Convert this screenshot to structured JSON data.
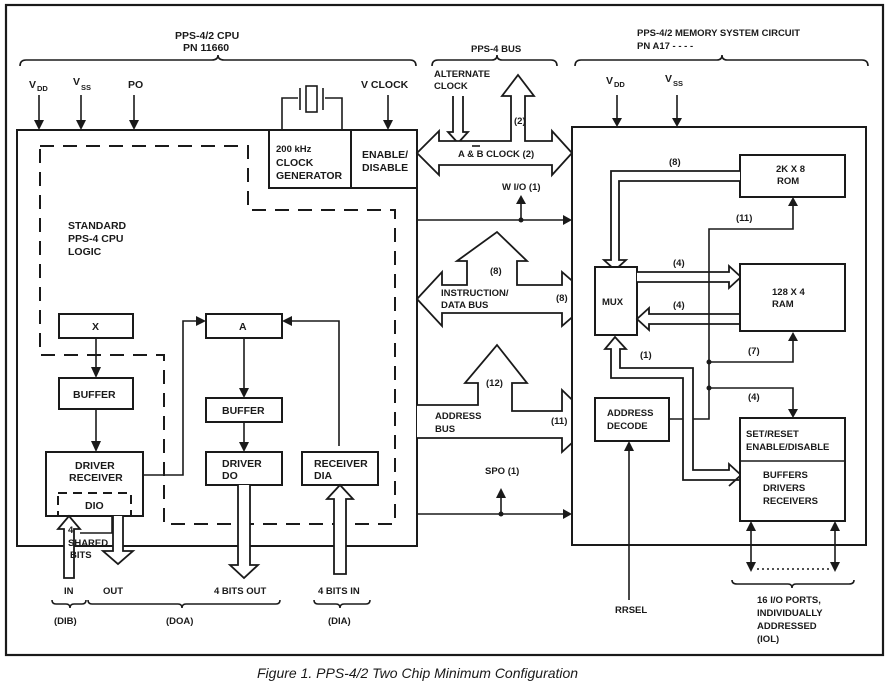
{
  "figure": {
    "caption": "Figure 1.  PPS-4/2 Two Chip Minimum Configuration"
  },
  "cpu": {
    "title_line1": "PPS-4/2 CPU",
    "title_line2": "PN 11660",
    "pins": {
      "vdd_main": "V",
      "vdd_sub": "DD",
      "vss_main": "V",
      "vss_sub": "SS",
      "po": "PO",
      "vclock": "V CLOCK"
    },
    "clock_gen": [
      "200 kHz",
      "CLOCK",
      "GENERATOR"
    ],
    "enable_disable": [
      "ENABLE/",
      "DISABLE"
    ],
    "logic": [
      "STANDARD",
      "PPS-4 CPU",
      "LOGIC"
    ],
    "blocks": {
      "x": "X",
      "a": "A",
      "buffer_left": "BUFFER",
      "buffer_mid": "BUFFER",
      "driver_receiver": [
        "DRIVER",
        "RECEIVER"
      ],
      "dio": "DIO",
      "driver_do": [
        "DRIVER",
        "DO"
      ],
      "receiver_dia": [
        "RECEIVER",
        "DIA"
      ]
    },
    "shared_bits": [
      "4",
      "SHARED",
      "BITS"
    ],
    "io_labels": {
      "in": "IN",
      "out": "OUT",
      "bits_out": "4 BITS OUT",
      "bits_in": "4 BITS IN",
      "dib": "(DIB)",
      "doa": "(DOA)",
      "dia": "(DIA)"
    }
  },
  "bus": {
    "title": "PPS-4 BUS",
    "alternate_clock": [
      "ALTERNATE",
      "CLOCK"
    ],
    "clock_up_count": "(2)",
    "ab_clock": "A & B CLOCK (2)",
    "wio": "W I/O (1)",
    "instr_data": [
      "INSTRUCTION/",
      "DATA BUS"
    ],
    "instr_up_count": "(8)",
    "instr_count": "(8)",
    "address": [
      "ADDRESS",
      "BUS"
    ],
    "address_up_count": "(12)",
    "address_count": "(11)",
    "spo": "SPO (1)"
  },
  "memory": {
    "title_line1": "PPS-4/2 MEMORY SYSTEM CIRCUIT",
    "title_line2": "PN A17 - - - -",
    "pins": {
      "vdd_main": "V",
      "vdd_sub": "DD",
      "vss_main": "V",
      "vss_sub": "SS"
    },
    "rom": [
      "2K X 8",
      "ROM"
    ],
    "ram": [
      "128 X 4",
      "RAM"
    ],
    "mux": "MUX",
    "address_decode": [
      "ADDRESS",
      "DECODE"
    ],
    "setreset": [
      "SET/RESET",
      "ENABLE/DISABLE"
    ],
    "buffers": [
      "BUFFERS",
      "DRIVERS",
      "RECEIVERS"
    ],
    "counts": {
      "rom_mux": "(8)",
      "rom_addr": "(11)",
      "mux_ram": "(4)",
      "ram_mux": "(4)",
      "ram_addr": "(7)",
      "decode_mux": "(1)",
      "setreset": "(4)"
    },
    "rrsel": "RRSEL",
    "io_ports": [
      "16 I/O PORTS,",
      "INDIVIDUALLY",
      "ADDRESSED",
      "(IOL)"
    ]
  }
}
